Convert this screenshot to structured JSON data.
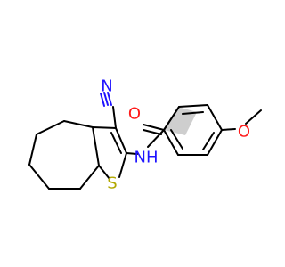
{
  "molecule": {
    "atoms": {
      "nitrile_n": {
        "label": "N",
        "color": "#1f14ff"
      },
      "carbonyl_o": {
        "label": "O",
        "color": "#ff1a1a"
      },
      "amide_nh": {
        "label": "NH",
        "color": "#1f14ff"
      },
      "thiophene_s": {
        "label": "S",
        "color": "#b2a800"
      },
      "methoxy_o": {
        "label": "O",
        "color": "#ff1a1a"
      }
    }
  }
}
